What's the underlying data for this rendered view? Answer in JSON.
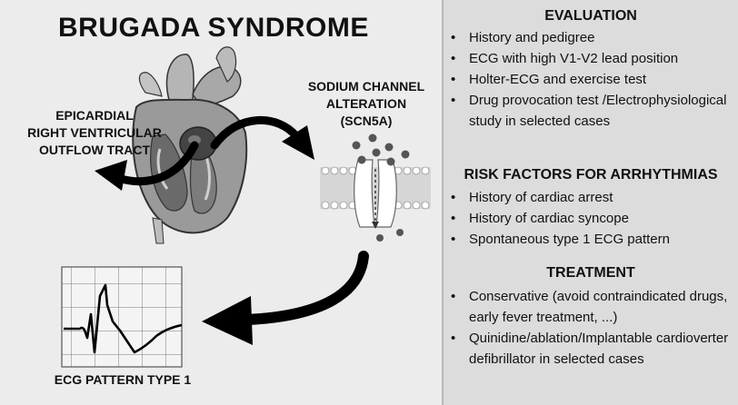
{
  "title": "BRUGADA SYNDROME",
  "captions": {
    "epicardial": "EPICARDIAL\nRIGHT VENTRICULAR\nOUTFLOW TRACT",
    "sodium": "SODIUM CHANNEL\nALTERATION\n(SCN5A)",
    "ecg": "ECG PATTERN TYPE 1"
  },
  "evaluation": {
    "heading": "EVALUATION",
    "items": [
      "History and pedigree",
      "ECG with high V1-V2 lead position",
      "Holter-ECG and exercise test",
      "Drug provocation test /Electrophysiological study in selected cases"
    ]
  },
  "risk_factors": {
    "heading": "RISK FACTORS FOR ARRHYTHMIAS",
    "items": [
      "History of cardiac arrest",
      "History of cardiac syncope",
      "Spontaneous type 1 ECG pattern"
    ]
  },
  "treatment": {
    "heading": "TREATMENT",
    "items": [
      "Conservative (avoid contraindicated drugs, early fever treatment, ...)",
      "Quinidine/ablation/Implantable cardioverter defibrillator in selected cases"
    ]
  },
  "colors": {
    "background": "#ececec",
    "panel": "#dcdcdc",
    "arrow": "#000000",
    "heart_muscle": "#9a9a9a",
    "heart_dark": "#555555",
    "membrane": "#d6d6d6"
  }
}
